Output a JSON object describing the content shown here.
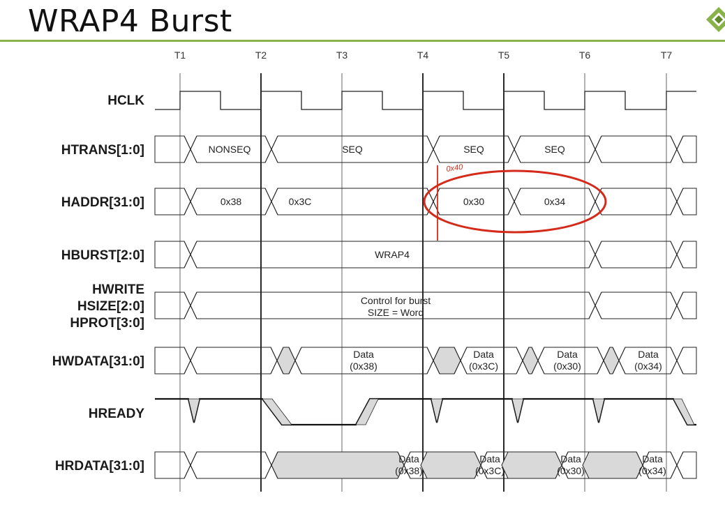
{
  "slide": {
    "title": "WRAP4 Burst",
    "accent_color": "#8ab24a",
    "annotation_color": "#d42a1a",
    "logo_icon": "green-diamond-logo-icon"
  },
  "clock_ticks": [
    "T1",
    "T2",
    "T3",
    "T4",
    "T5",
    "T6",
    "T7"
  ],
  "signals": [
    {
      "name": "HCLK",
      "lines": [
        "HCLK"
      ]
    },
    {
      "name": "HTRANS[1:0]",
      "lines": [
        "HTRANS[1:0]"
      ]
    },
    {
      "name": "HADDR[31:0]",
      "lines": [
        "HADDR[31:0]"
      ]
    },
    {
      "name": "HBURST[2:0]",
      "lines": [
        "HBURST[2:0]"
      ]
    },
    {
      "name": "HWRITE/HSIZE[2:0]/HPROT[3:0]",
      "lines": [
        "HWRITE",
        "HSIZE[2:0]",
        "HPROT[3:0]"
      ]
    },
    {
      "name": "HWDATA[31:0]",
      "lines": [
        "HWDATA[31:0]"
      ]
    },
    {
      "name": "HREADY",
      "lines": [
        "HREADY"
      ]
    },
    {
      "name": "HRDATA[31:0]",
      "lines": [
        "HRDATA[31:0]"
      ]
    }
  ],
  "bus_values": {
    "htrans": [
      "NONSEQ",
      "SEQ",
      "SEQ",
      "SEQ"
    ],
    "haddr": [
      "0x38",
      "0x3C",
      "0x30",
      "0x34"
    ],
    "hburst": "WRAP4",
    "control": [
      "Control for burst",
      "SIZE = Word"
    ],
    "hwdata": [
      [
        "Data",
        "(0x38)"
      ],
      [
        "Data",
        "(0x3C)"
      ],
      [
        "Data",
        "(0x30)"
      ],
      [
        "Data",
        "(0x34)"
      ]
    ],
    "hrdata": [
      [
        "Data",
        "(0x38)"
      ],
      [
        "Data",
        "(0x3C)"
      ],
      [
        "Data",
        "(0x30)"
      ],
      [
        "Data",
        "(0x34)"
      ]
    ]
  },
  "annotations": {
    "handwritten_note": "0x40"
  }
}
